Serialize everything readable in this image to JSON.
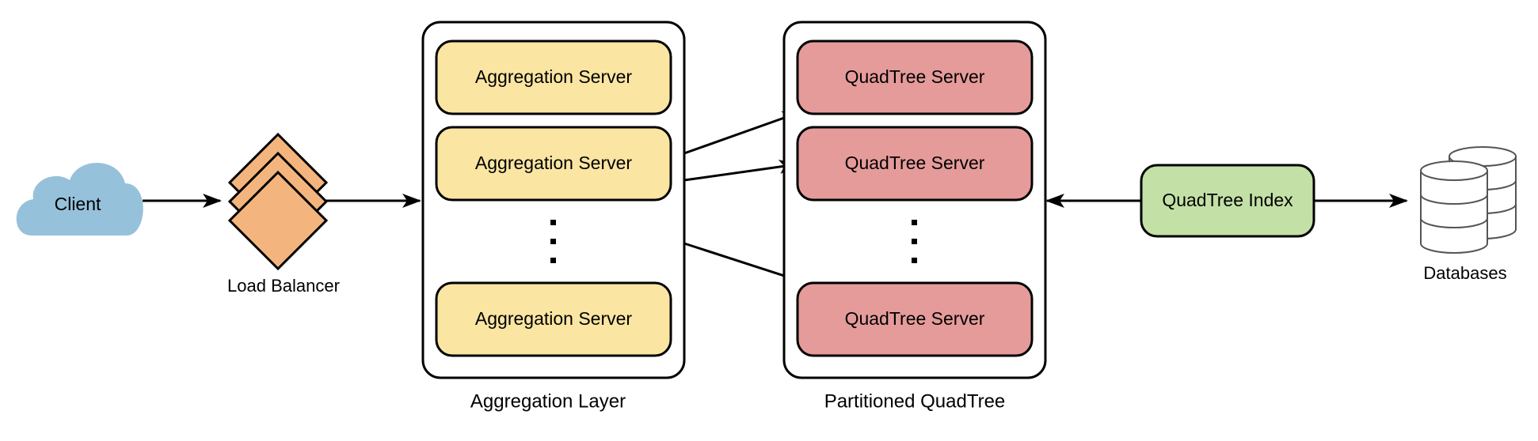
{
  "client": {
    "label": "Client",
    "color": "#96C1DB"
  },
  "load_balancer": {
    "label": "Load Balancer",
    "color": "#F3B57D"
  },
  "aggregation_layer": {
    "label": "Aggregation Layer",
    "servers": [
      {
        "label": "Aggregation Server"
      },
      {
        "label": "Aggregation Server"
      },
      {
        "label": "Aggregation Server"
      }
    ],
    "server_color": "#FAE5A3"
  },
  "partitioned_quadtree": {
    "label": "Partitioned QuadTree",
    "servers": [
      {
        "label": "QuadTree Server"
      },
      {
        "label": "QuadTree Server"
      },
      {
        "label": "QuadTree Server"
      }
    ],
    "server_color": "#E59B9A"
  },
  "quadtree_index": {
    "label": "QuadTree Index",
    "color": "#C3E0A6"
  },
  "databases": {
    "label": "Databases"
  }
}
